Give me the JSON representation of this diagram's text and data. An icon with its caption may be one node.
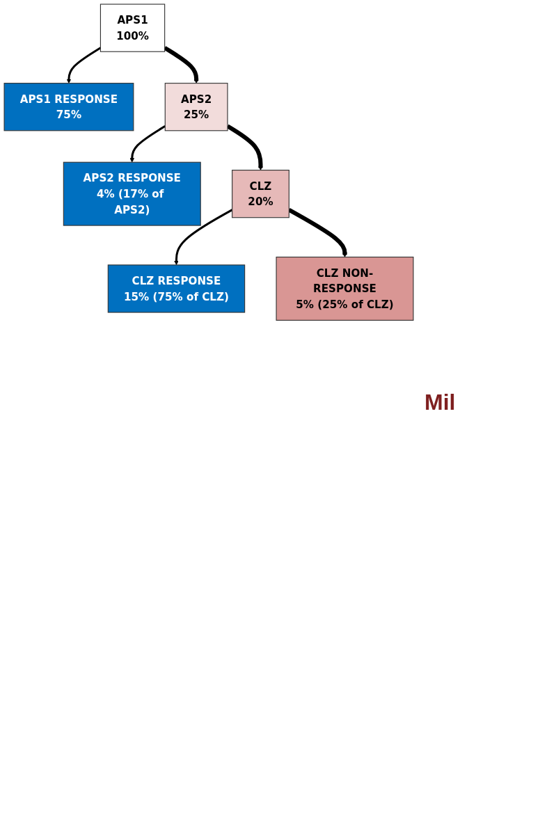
{
  "diagram": {
    "nodes": [
      {
        "text": [
          "APS1",
          "100%"
        ]
      },
      {
        "text": [
          "APS1 RESPONSE",
          "75%"
        ]
      },
      {
        "text": [
          "APS2",
          "25%"
        ]
      },
      {
        "text": [
          "APS2 RESPONSE",
          "4% (17% of APS2)"
        ]
      },
      {
        "text": [
          "CLZ",
          "20%"
        ]
      },
      {
        "text": [
          "CLZ RESPONSE",
          "15% (75% of CLZ)"
        ]
      },
      {
        "text": [
          "CLZ NON-RESPONSE",
          "5% (25% of CLZ)"
        ]
      }
    ],
    "edges": [
      {
        "from": 0,
        "to": 1,
        "arrow": "to"
      },
      {
        "from": 0,
        "to": 2,
        "arrow": "to",
        "style": "thick"
      },
      {
        "from": 2,
        "to": 3,
        "arrow": "to"
      },
      {
        "from": 2,
        "to": 4,
        "arrow": "to",
        "style": "thick"
      },
      {
        "from": 4,
        "to": 5,
        "arrow": "to"
      },
      {
        "from": 4,
        "to": 6,
        "arrow": "to",
        "style": "thick"
      }
    ],
    "labels": [
      "Mil"
    ]
  }
}
